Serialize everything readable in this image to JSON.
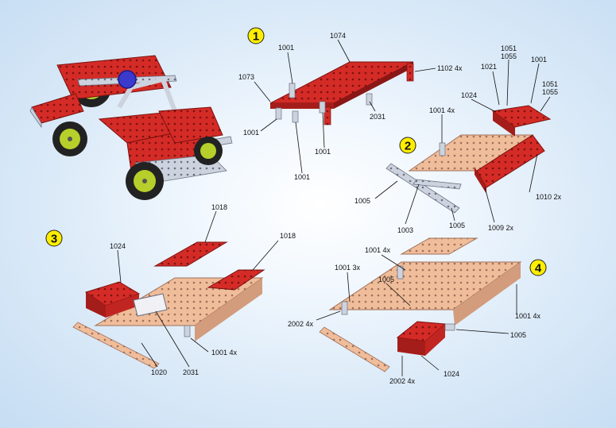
{
  "steps": [
    "1",
    "2",
    "3",
    "4"
  ],
  "colors": {
    "red": "#d42b26",
    "salmon": "#f0bd9a",
    "silver": "#cdd3de",
    "yellow": "#ffee00",
    "accent_blue": "#3a3acc"
  },
  "callouts": {
    "s1": [
      "1001",
      "1074",
      "1073",
      "1102 4x",
      "1001",
      "2031",
      "1001",
      "1001"
    ],
    "s2": [
      "1051",
      "1055",
      "1021",
      "1001",
      "1051",
      "1055",
      "1024",
      "1001 4x",
      "1005",
      "1003",
      "1005",
      "1009 2x",
      "1010 2x"
    ],
    "s3": [
      "1018",
      "1018",
      "1024",
      "1001 4x",
      "1020",
      "2031"
    ],
    "s4": [
      "1001 4x",
      "1005",
      "1001 3x",
      "2002 4x",
      "1001 4x",
      "1005",
      "2002 4x",
      "1024"
    ]
  }
}
